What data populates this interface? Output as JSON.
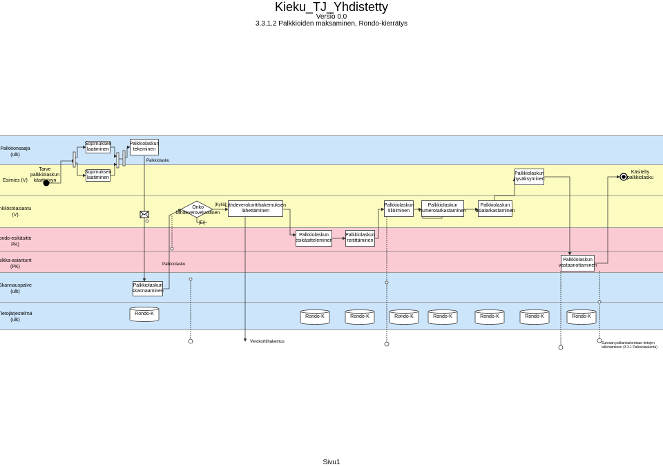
{
  "header": {
    "title": "Kieku_TJ_Yhdistetty",
    "version": "Versio 0.0",
    "subtitle": "3.3.1.2 Palkkioiden maksaminen, Rondo-kierrätys"
  },
  "colors": {
    "lane_blue": "#cce5fb",
    "lane_yellow": "#fcfcc0",
    "lane_pink": "#fbcad3"
  },
  "lanes": [
    {
      "label": "Palkkionsaaja\n(ulk)",
      "color": "lane_blue"
    },
    {
      "label": "Esimies (V)",
      "color": "lane_yellow"
    },
    {
      "label": "nkilöstöasiantu\n(V)",
      "color": "lane_yellow"
    },
    {
      "label": "ondo-esikäsitte\nPK)",
      "color": "lane_pink"
    },
    {
      "label": "alkka-asiantunt\n(PK)",
      "color": "lane_pink"
    },
    {
      "label": "Skannauspalve\n(ulk)",
      "color": "lane_blue"
    },
    {
      "label": "Tietojärjestelmä\n(ulk)",
      "color": "lane_blue"
    }
  ],
  "tasks": {
    "sopimus1": "Sopimuksen\nlaatiminen",
    "sopimus2": "Sopimuksen\nlaatiminen",
    "tekeminen": "Palkkiolaskun\ntekeminen",
    "hyvaksyminen": "Palkkiolaskun\nhyväksyminen",
    "lahettaminen": "Lähdeverokorttihakemuksen\nlähettäminen",
    "tiliointi": "Palkkiolaskun\ntiliöiminen",
    "numerotarkastaminen": "Palkkiolaskun\nnumerotarkastaminen",
    "asiatarkastaminen": "Palkkiolaskun\nasiatarkastaminen",
    "esikasittely": "Palkkiolaskun\nesikäsitteleminen",
    "reititys": "Palkkiolaskun\nreitittäminen",
    "vastaanotto": "Palkkiolaskun\nvastaanottaminen",
    "skannaus": "Palkkiolaskun\nskannaaminen"
  },
  "start_event": "Tarve\npalkkiolaskun\nkäsittelyyn",
  "end_event": "Käsitelty\npalkkiolasku",
  "gateway": {
    "label": "Onko\nlähdeverovelvollinen",
    "yes": "[Kyllä]",
    "no": "[Ei]"
  },
  "data_labels": {
    "palkkiolasku1": "Palkkiolasku",
    "palkkiolasku2": "Palkkiolasku",
    "verokorttihakemus": "Verokorttihakemus",
    "tallennus": "Suoraan palkanlaskentaan tietojen\ntallentaminen (3.3.1 Palkanlaskenta)"
  },
  "datastores": [
    "Rondo-K",
    "Rondo-K",
    "Rondo-K",
    "Rondo-K",
    "Rondo-K",
    "Rondo-K",
    "Rondo-K",
    "Rondo-K"
  ],
  "footer": "Sivu1"
}
